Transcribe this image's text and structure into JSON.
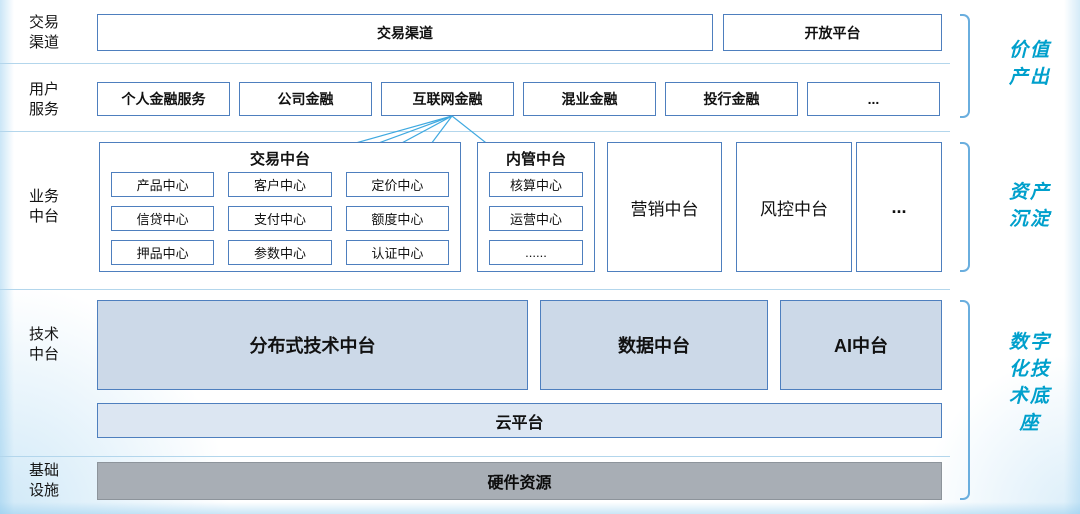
{
  "left_labels": [
    {
      "line1": "交易",
      "line2": "渠道"
    },
    {
      "line1": "用户",
      "line2": "服务"
    },
    {
      "line1": "业务",
      "line2": "中台"
    },
    {
      "line1": "技术",
      "line2": "中台"
    },
    {
      "line1": "基础",
      "line2": "设施"
    }
  ],
  "row_channel": {
    "trade_channel": "交易渠道",
    "open_platform": "开放平台"
  },
  "row_services": {
    "items": [
      "个人金融服务",
      "公司金融",
      "互联网金融",
      "混业金融",
      "投行金融",
      "..."
    ]
  },
  "row_business": {
    "trade_group": {
      "title": "交易中台",
      "cells": [
        "产品中心",
        "客户中心",
        "定价中心",
        "信贷中心",
        "支付中心",
        "额度中心",
        "押品中心",
        "参数中心",
        "认证中心"
      ]
    },
    "internal_group": {
      "title": "内管中台",
      "cells": [
        "核算中心",
        "运营中心",
        "......"
      ]
    },
    "marketing": "营销中台",
    "risk_control": "风控中台",
    "more": "..."
  },
  "row_tech": {
    "distributed": "分布式技术中台",
    "data_platform": "数据中台",
    "ai_platform": "AI中台",
    "cloud": "云平台"
  },
  "row_infra": {
    "hardware": "硬件资源"
  },
  "annotations": [
    {
      "lines": [
        "价值",
        "产出"
      ]
    },
    {
      "lines": [
        "资产",
        "沉淀"
      ]
    },
    {
      "lines": [
        "数字",
        "化技",
        "术底",
        "座"
      ]
    }
  ],
  "colors": {
    "box_border": "#4e7fbe",
    "tech_fill": "#ccd9e8",
    "cloud_fill": "#dce6f2",
    "hardware_fill": "#a8aeb5",
    "annotation_text": "#00a0cc",
    "connector_line": "#3fa9e0",
    "separator_line": "#b3d6ec"
  }
}
